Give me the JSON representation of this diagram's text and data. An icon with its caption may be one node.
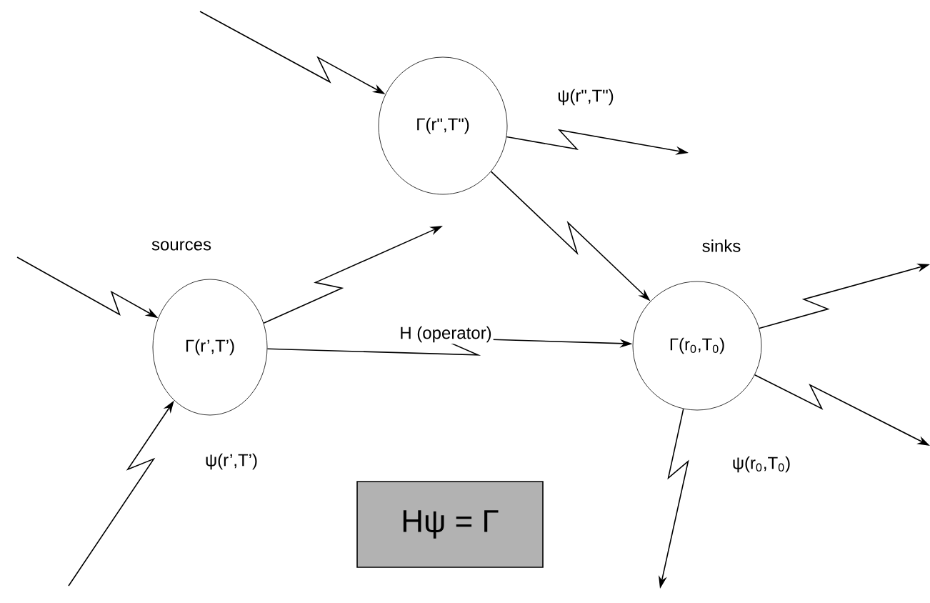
{
  "diagram": {
    "nodes": [
      {
        "text": [
          "Γ(r\",T\")"
        ]
      },
      {
        "text": [
          "Γ(r’,T’)"
        ]
      },
      {
        "text": [
          "Γ(r$_{0}$,T$_{0}$)"
        ]
      },
      {
        "text": [
          "Hψ = Γ"
        ]
      }
    ],
    "edges": [
      {
        "from": null,
        "to": 0,
        "arrow": "to"
      },
      {
        "from": 0,
        "to": null,
        "arrow": "to"
      },
      {
        "from": 0,
        "to": 2,
        "arrow": "to"
      },
      {
        "from": null,
        "to": 1,
        "arrow": "to"
      },
      {
        "from": null,
        "to": 1,
        "arrow": "to"
      },
      {
        "from": 1,
        "to": null,
        "arrow": "to"
      },
      {
        "from": 1,
        "to": 2,
        "arrow": "to",
        "label": "H (operator)"
      },
      {
        "from": 2,
        "to": null,
        "arrow": "to"
      },
      {
        "from": 2,
        "to": null,
        "arrow": "to"
      },
      {
        "from": 2,
        "to": null,
        "arrow": "to"
      }
    ],
    "labels": [
      "ψ(r\",T\")",
      "sources",
      "sinks",
      "ψ(r’,T’)",
      "ψ(r$_{0}$,T$_{0}$)"
    ]
  }
}
